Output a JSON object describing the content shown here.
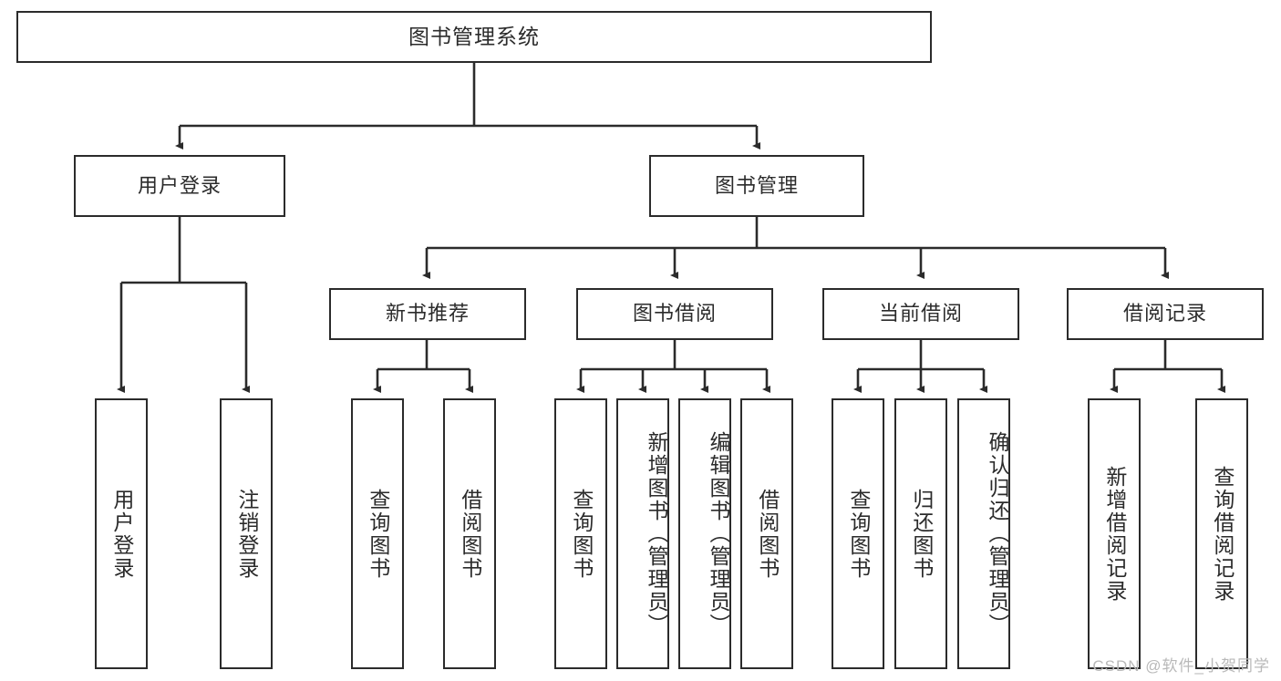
{
  "diagram": {
    "type": "tree",
    "title": "图书管理系统",
    "root": {
      "label": "图书管理系统"
    },
    "level2": [
      {
        "label": "用户登录"
      },
      {
        "label": "图书管理"
      }
    ],
    "level3": [
      {
        "label": "新书推荐"
      },
      {
        "label": "图书借阅"
      },
      {
        "label": "当前借阅"
      },
      {
        "label": "借阅记录"
      }
    ],
    "leaves": {
      "user_login": [
        {
          "label": "用户登录"
        },
        {
          "label": "注销登录"
        }
      ],
      "new_book_recommend": [
        {
          "label": "查询图书"
        },
        {
          "label": "借阅图书"
        }
      ],
      "book_borrow": [
        {
          "label": "查询图书"
        },
        {
          "label": "新增图书（管理员）"
        },
        {
          "label": "编辑图书（管理员）"
        },
        {
          "label": "借阅图书"
        }
      ],
      "current_borrow": [
        {
          "label": "查询图书"
        },
        {
          "label": "归还图书"
        },
        {
          "label": "确认归还（管理员）"
        }
      ],
      "borrow_record": [
        {
          "label": "新增借阅记录"
        },
        {
          "label": "查询借阅记录"
        }
      ]
    },
    "colors": {
      "stroke": "#2b2b2b",
      "fill": "#ffffff",
      "text": "#2b2b2b",
      "watermark": "#b9b9b9"
    }
  },
  "watermark": {
    "text": "CSDN @软件_小贺同学"
  }
}
